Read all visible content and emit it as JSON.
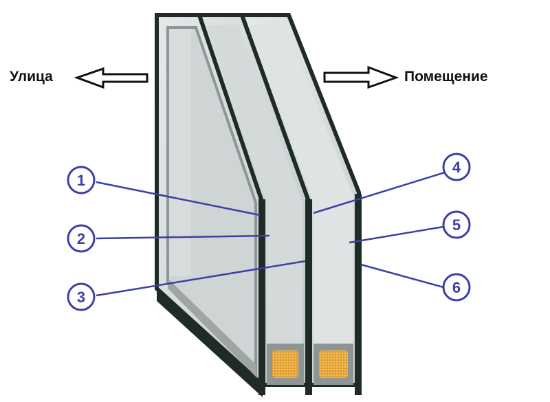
{
  "labels": {
    "outside": "Улица",
    "inside": "Помещение"
  },
  "callouts": [
    "1",
    "2",
    "3",
    "4",
    "5",
    "6"
  ],
  "colors": {
    "callout": "#3b3fa3",
    "frame": "#1f2b25",
    "glass": "#d6dbdc",
    "spacer": "#9a9d9e",
    "desiccant": "#e0a33a"
  }
}
